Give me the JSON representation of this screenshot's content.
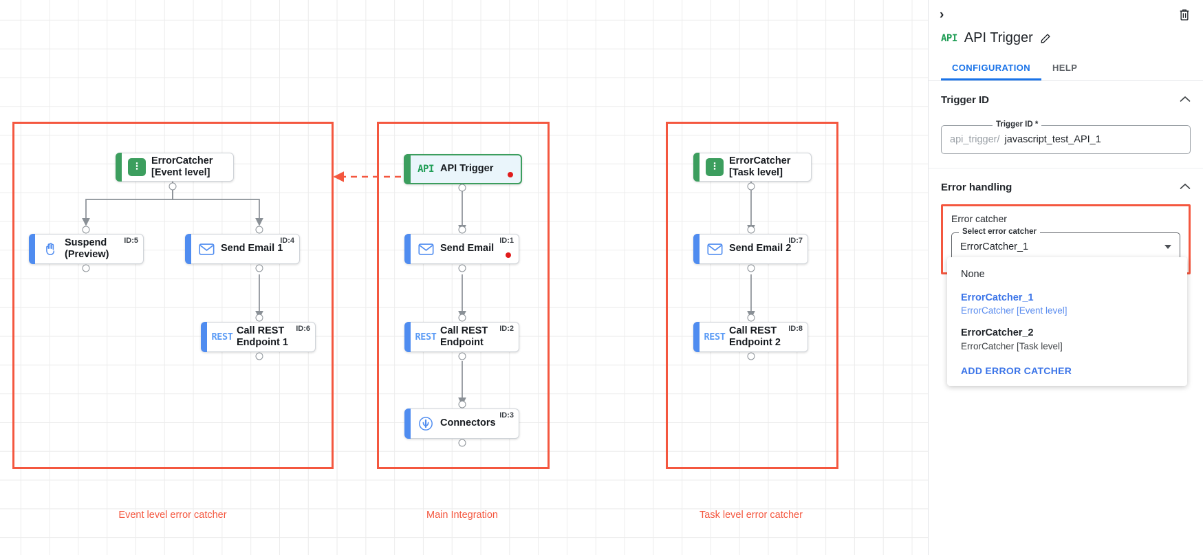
{
  "canvas": {
    "groups": [
      {
        "label": "Event level error catcher"
      },
      {
        "label": "Main Integration"
      },
      {
        "label": "Task level error catcher"
      }
    ],
    "nodes": {
      "ec_event": {
        "label": "ErrorCatcher\n[Event level]",
        "icon": "error-catcher-icon",
        "id_tag": ""
      },
      "suspend": {
        "label": "Suspend\n(Preview)",
        "icon": "hand-icon",
        "id_tag": "ID:5"
      },
      "send_email_1": {
        "label": "Send Email 1",
        "icon": "envelope-icon",
        "id_tag": "ID:4"
      },
      "call_rest_1": {
        "label": "Call REST\nEndpoint 1",
        "icon": "rest-icon",
        "id_tag": "ID:6"
      },
      "api_trigger": {
        "label": "API Trigger",
        "icon": "api-icon",
        "id_tag": ""
      },
      "send_email": {
        "label": "Send Email",
        "icon": "envelope-icon",
        "id_tag": "ID:1"
      },
      "call_rest": {
        "label": "Call REST\nEndpoint",
        "icon": "rest-icon",
        "id_tag": "ID:2"
      },
      "connectors": {
        "label": "Connectors",
        "icon": "connectors-icon",
        "id_tag": "ID:3"
      },
      "ec_task": {
        "label": "ErrorCatcher\n[Task level]",
        "icon": "error-catcher-icon",
        "id_tag": ""
      },
      "send_email_2": {
        "label": "Send Email 2",
        "icon": "envelope-icon",
        "id_tag": "ID:7"
      },
      "call_rest_2": {
        "label": "Call REST\nEndpoint 2",
        "icon": "rest-icon",
        "id_tag": "ID:8"
      }
    },
    "icon_text": {
      "api": "API",
      "rest": "REST",
      "errorcatcher": "⁝"
    }
  },
  "panel": {
    "collapse_glyph": "›",
    "title": "API Trigger",
    "title_icon_text": "API",
    "tabs": [
      {
        "label": "CONFIGURATION",
        "active": true
      },
      {
        "label": "HELP",
        "active": false
      }
    ],
    "trigger_id_section": {
      "title": "Trigger ID",
      "field_legend": "Trigger ID *",
      "prefix": "api_trigger/",
      "value": "javascript_test_API_1"
    },
    "error_handling_section": {
      "title": "Error handling",
      "box_title": "Error catcher",
      "select_legend": "Select error catcher",
      "select_value": "ErrorCatcher_1",
      "menu": {
        "items": [
          {
            "main": "None",
            "sub": "",
            "state": "plain"
          },
          {
            "main": "ErrorCatcher_1",
            "sub": "ErrorCatcher [Event level]",
            "state": "sel"
          },
          {
            "main": "ErrorCatcher_2",
            "sub": "ErrorCatcher [Task level]",
            "state": "normal"
          }
        ],
        "action_label": "ADD ERROR CATCHER"
      }
    }
  },
  "colors": {
    "group_red": "#f4573f",
    "accent_blue": "#4f8cf0",
    "accent_green": "#3c9e5e",
    "link_blue": "#1a73e8",
    "status_dot_red": "#e01b1b"
  }
}
